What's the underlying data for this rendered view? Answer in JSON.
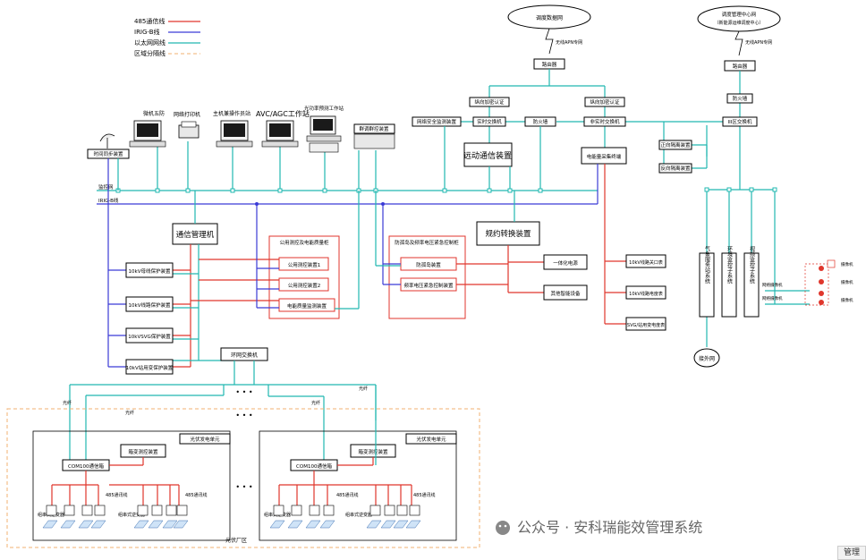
{
  "legend": [
    {
      "label": "485通信线",
      "color": "#e0362c"
    },
    {
      "label": "IRIG-B线",
      "color": "#3b3bd6"
    },
    {
      "label": "以太网网线",
      "color": "#20b8b0"
    },
    {
      "label": "区域分隔线",
      "color": "#f0b070"
    }
  ],
  "top": {
    "cloud_dispatch": "调度数据网",
    "cloud_mgmt_line1": "调度管理中心网",
    "cloud_mgmt_line2": "（新能源运维调度中心）",
    "apn_left": "无线APN专网",
    "apn_right": "无线APN专网",
    "router_left": "路由器",
    "router_right": "路由器",
    "auth_left": "纵向加密认证",
    "auth_right": "纵向加密认证",
    "firewall_right_top": "防火墙",
    "net_security": "网络安全监测装置",
    "rt_switch": "实时交换机",
    "firewall_mid": "防火墙",
    "nrt_switch": "非实时交换机",
    "iii_switch": "III区交换机",
    "fwd_isolation": "正向隔离装置",
    "rev_isolation": "反向隔离装置",
    "remote_comm": "远动通信装置",
    "energy_meter": "电能量采集终端"
  },
  "workstations": {
    "ws1": "微机五防",
    "ws2": "网络打印机",
    "ws3": "主机兼操作员站",
    "ws4": "AVC/AGC工作站",
    "ws5": "光功率预测工作站",
    "ws6": "群调群控装置",
    "time_sync": "时间同步装置",
    "bus_label_1": "监控网",
    "bus_label_2": "IRIG-B线"
  },
  "mid": {
    "comm_manager": "通信管理机",
    "group1_title": "公用测控及电能质量柜",
    "pub_ctrl_1": "公用测控装置1",
    "pub_ctrl_2": "公用测控装置2",
    "pq_monitor": "电能质量监测装置",
    "group2_title": "防孤岛及频率电压紧急控制柜",
    "anti_island": "防孤岛装置",
    "freq_volt": "频率电压紧急控制装置",
    "protocol_conv": "规约转换装置",
    "integrated_power": "一体化电源",
    "other_smart": "其他智能设备",
    "meter1": "10kV线路关口表",
    "meter2": "10kV线路电度表",
    "meter3": "SVG/站用变电度表",
    "prot1": "10kV母线保护装置",
    "prot2": "10kV线路保护装置",
    "prot3": "10kVSVG保护装置",
    "prot4": "10kV站用变保护装置",
    "ring_switch": "环网交换机",
    "ellipsis": "• • •"
  },
  "right": {
    "sys1": "气象服务站系统",
    "sys2": "环境监控子系统",
    "sys3": "视频监控子系统",
    "external_net": "接外网",
    "cam_label_1": "网络摄像机",
    "cam_label_2": "网络摄像机",
    "dev_label_1": "摄像机",
    "dev_label_2": "摄像机",
    "dev_label_3": "摄像机"
  },
  "pv": {
    "fiber": "光纤",
    "unit_left_title": "光伏发电单元",
    "unit_right_title": "光伏发电单元",
    "box_ctrl_left": "箱变测控装置",
    "box_ctrl_right": "箱变测控装置",
    "com_left": "COM100通信箱",
    "com_right": "COM100通信箱",
    "rs485_a": "485通讯线",
    "rs485_b": "485通讯线",
    "rs485_c": "485通讯线",
    "rs485_d": "485通讯线",
    "inv_a": "组串式逆变器",
    "inv_b": "组串式逆变器",
    "inv_c": "组串式逆变器",
    "inv_d": "组串式逆变器",
    "area_label": "光伏厂区",
    "ellipsis": "• • •"
  },
  "watermark": "公众号 · 安科瑞能效管理系统",
  "corner": "管理"
}
